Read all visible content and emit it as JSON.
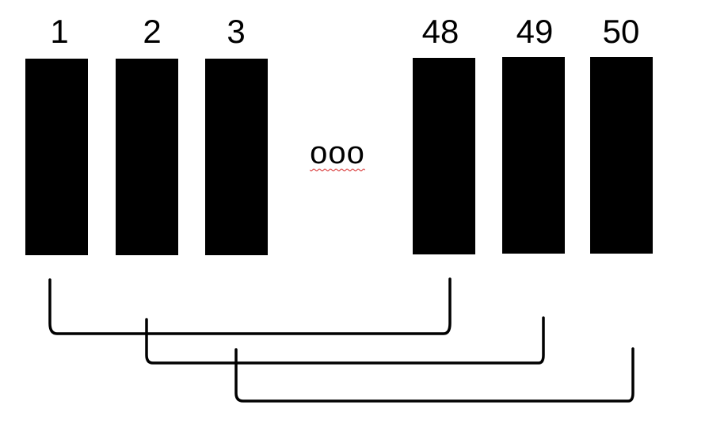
{
  "items": [
    {
      "label": "1"
    },
    {
      "label": "2"
    },
    {
      "label": "3"
    },
    {
      "label": "48"
    },
    {
      "label": "49"
    },
    {
      "label": "50"
    }
  ],
  "ellipsis": "ooo",
  "colors": {
    "bar": "#000000",
    "bracket": "#000000",
    "spellcheck_underline": "#d42020"
  }
}
